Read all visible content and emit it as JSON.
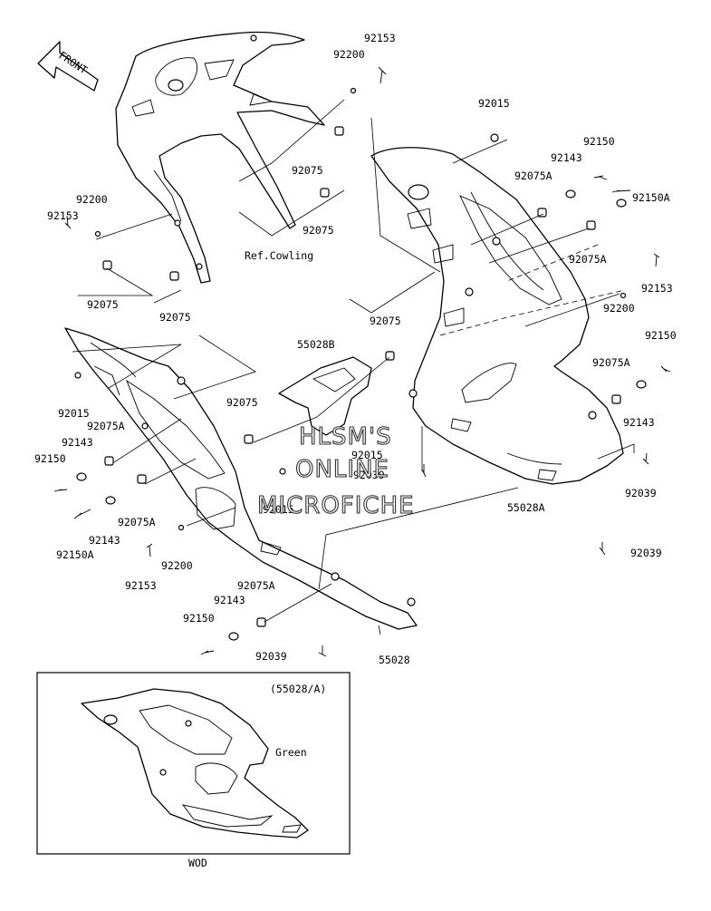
{
  "direction_label": "FRONT",
  "reference_label": "Ref.Cowling",
  "watermark": [
    "HLSM'S",
    "ONLINE",
    "MICROFICHE"
  ],
  "inset": {
    "label": "(55028/A)",
    "color_callout": "Green",
    "model_code": "WOD"
  },
  "part_labels": [
    "92153",
    "92200",
    "92015",
    "92150",
    "92143",
    "92075A",
    "92150A",
    "92075",
    "92075",
    "92200",
    "92153",
    "92075A",
    "92153",
    "92200",
    "92075",
    "92075",
    "92075",
    "92015",
    "92075A",
    "92143",
    "92150",
    "92150A",
    "92143",
    "92075A",
    "92153",
    "92200",
    "92015",
    "92039",
    "92015",
    "55028B",
    "92075",
    "92075",
    "92075A",
    "92150",
    "92143",
    "92039",
    "55028A",
    "92039",
    "92075A",
    "92143",
    "92150",
    "92039",
    "55028"
  ]
}
